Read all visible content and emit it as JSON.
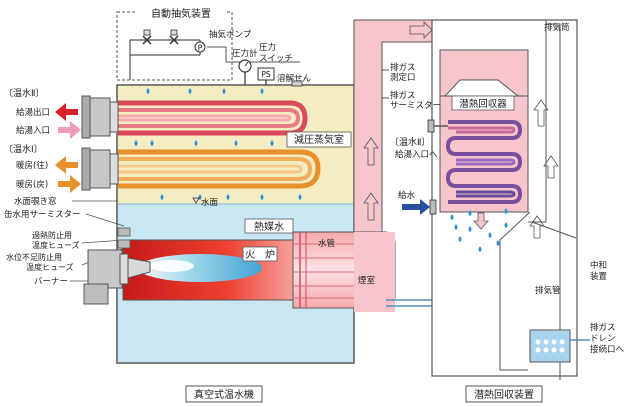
{
  "labels": {
    "auto_extraction": "自動抽気装置",
    "extraction_pump": "抽気ポンプ",
    "pressure_gauge": "圧力計",
    "pressure_switch": "圧力\nスイッチ",
    "ps": "PS",
    "fusible_plug": "溶解せん",
    "hot_water_2": "〔温水Ⅱ〕",
    "supply_outlet": "給湯出口",
    "supply_inlet": "給湯入口",
    "hot_water_1": "〔温水Ⅰ〕",
    "heating_out": "暖房(往)",
    "heating_return": "暖房(戻)",
    "reduced_pressure_chamber": "減圧蒸気室",
    "water_level_window": "水面覗き窓",
    "water_surface": "水面",
    "can_thermistor": "缶水用サーミスター",
    "overheat_fuse": "過熱防止用\n温度ヒューズ",
    "low_water_fuse": "水位不足防止用\n温度ヒューズ",
    "burner": "バーナー",
    "heat_medium_water": "熱媒水",
    "furnace": "火　炉",
    "water_tube": "水管",
    "flue": "煙室",
    "exhaust_measure_port": "排ガス\n測定口",
    "exhaust_thermistor": "排ガス\nサーミスター",
    "latent_heat_recovery": "潜熱回収器",
    "supply_inlet_to": "〔温水Ⅱ〕\n給湯入口へ",
    "feed_water": "給水",
    "exhaust_stack": "排気筒",
    "neutralizer": "中和\n装置",
    "exhaust_pipe": "排気管",
    "drain_port": "排ガス\nドレン\n接続口へ",
    "vacuum_boiler": "真空式温水機",
    "latent_heat_device": "潜熱回収装置"
  },
  "colors": {
    "steam_chamber": "#f4edc2",
    "water": "#c9e6f5",
    "frame_pink": "#f7c6cc",
    "flame_red": "#e83a2a",
    "flame_blue": "#5cc8e6",
    "droplet": "#2a8fd6",
    "coil_red": "#d94a5a",
    "coil_orange": "#e8902c",
    "coil_purple": "#7a4fa0",
    "arrow_red": "#d8202c",
    "arrow_pink": "#f29bb8",
    "arrow_orange": "#e8902c",
    "arrow_blue": "#2a4f9c"
  }
}
